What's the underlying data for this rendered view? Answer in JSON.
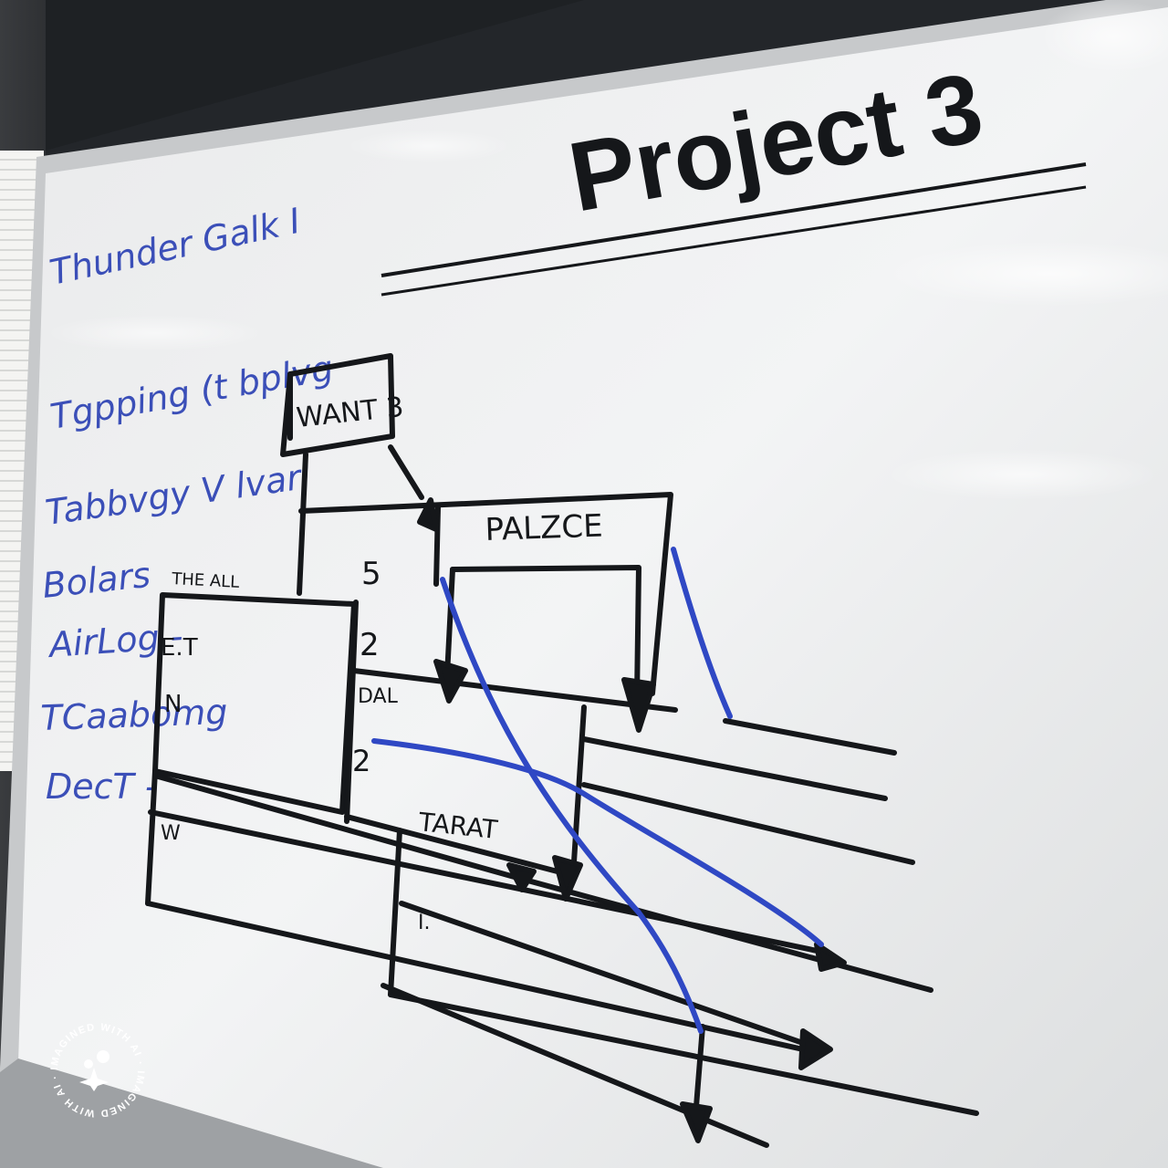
{
  "board": {
    "title": "Project 3",
    "box_top_label": "WANT 3",
    "box_mid_label": "PALZCE",
    "box_low_label": "TARAT",
    "label_5": "5",
    "label_2a": "2",
    "label_dal": "DAL",
    "label_2b": "2",
    "label_small_top": "THE ALL",
    "label_left_inner1": "E.T",
    "label_left_inner2": "N",
    "label_left_inner3": "W",
    "label_bottom_i": "I."
  },
  "notes": {
    "items": [
      "Thunder Galk I",
      "Tgpping (t bplvg",
      "Tabbvgy V lvarl",
      "Bolars",
      "AirLog -",
      "TCaabomg",
      "DecT -"
    ]
  },
  "watermark": {
    "text": "IMAGINED WITH AI · IMAGINED WITH AI ·"
  },
  "colors": {
    "marker_black": "#15171a",
    "marker_blue": "#2f48c4",
    "board_white": "#eef0f1"
  }
}
